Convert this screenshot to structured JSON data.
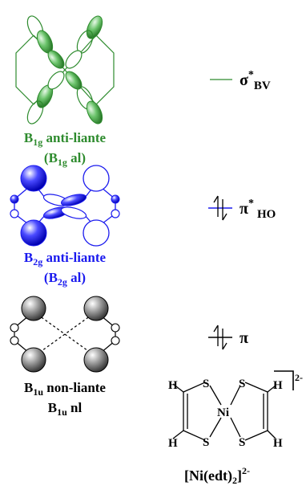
{
  "colors": {
    "green": "#2e8b2e",
    "blue": "#1a1aee",
    "black": "#000000",
    "sphere_gray": "#9a9a9a"
  },
  "orbitals": [
    {
      "label_line1": {
        "main": "B",
        "sub": "1g",
        "rest": " anti-liante"
      },
      "label_line2": {
        "open": "(B",
        "sub": "1g",
        "rest": " al)"
      },
      "level": {
        "symbol": "σ",
        "sup": "*",
        "sub": "BV"
      }
    },
    {
      "label_line1": {
        "main": "B",
        "sub": "2g",
        "rest": " anti-liante"
      },
      "label_line2": {
        "open": "(B",
        "sub": "2g",
        "rest": " al)"
      },
      "level": {
        "symbol": "π",
        "sup": "*",
        "sub": "HO"
      }
    },
    {
      "label_line1": {
        "main": "B",
        "sub": "1u",
        "rest": " non-liante"
      },
      "label_line2": {
        "open": "B",
        "sub": "1u",
        "rest": " nl"
      },
      "level": {
        "symbol": "π",
        "sup": "",
        "sub": ""
      }
    }
  ],
  "complex": {
    "atoms": {
      "h": "H",
      "s": "S",
      "ni": "Ni"
    },
    "charge": "2-",
    "formula": {
      "open": "[Ni(edt)",
      "sub": "2",
      "close": "]",
      "sup": "2-"
    }
  }
}
